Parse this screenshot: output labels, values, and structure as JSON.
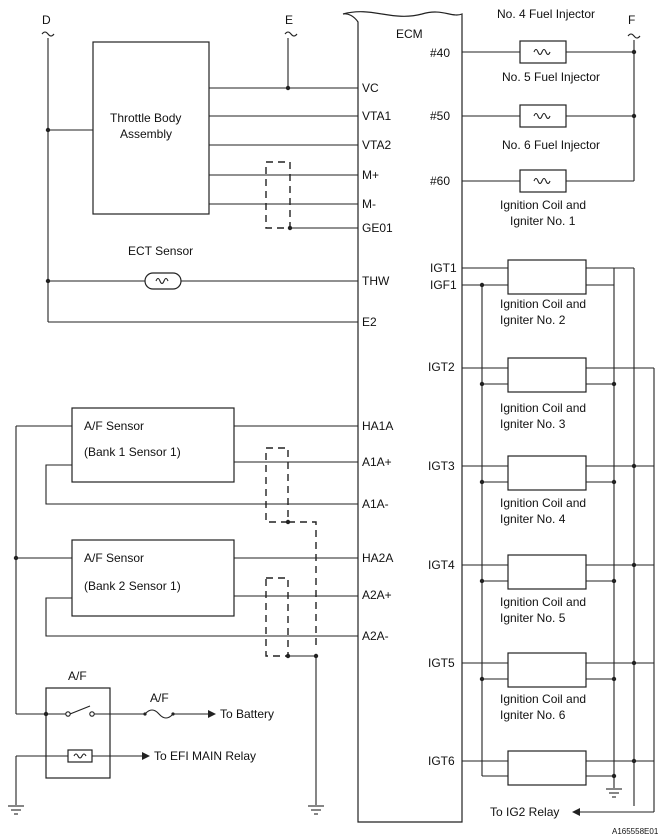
{
  "ecm": {
    "label": "ECM",
    "pins_left": [
      "VC",
      "VTA1",
      "VTA2",
      "M+",
      "M-",
      "GE01",
      "THW",
      "E2",
      "HA1A",
      "A1A+",
      "A1A-",
      "HA2A",
      "A2A+",
      "A2A-"
    ],
    "pins_right": [
      "#40",
      "#50",
      "#60",
      "IGT1",
      "IGF1",
      "IGT2",
      "IGT3",
      "IGT4",
      "IGT5",
      "IGT6"
    ]
  },
  "connectors": {
    "d": "D",
    "e": "E",
    "f": "F"
  },
  "components": {
    "throttle_line1": "Throttle Body",
    "throttle_line2": "Assembly",
    "ect_sensor": "ECT Sensor",
    "af1_line1": "A/F Sensor",
    "af1_line2": "(Bank 1 Sensor 1)",
    "af2_line1": "A/F Sensor",
    "af2_line2": "(Bank 2 Sensor 1)",
    "af_relay": "A/F",
    "af_fuse": "A/F",
    "to_battery": "To Battery",
    "to_efi": "To EFI MAIN Relay",
    "to_ig2": "To IG2 Relay"
  },
  "injectors": [
    "No. 4 Fuel Injector",
    "No. 5 Fuel Injector",
    "No. 6 Fuel Injector"
  ],
  "ignition_coils": [
    [
      "Ignition Coil and",
      "Igniter No. 1"
    ],
    [
      "Ignition Coil and",
      "Igniter No. 2"
    ],
    [
      "Ignition Coil and",
      "Igniter No. 3"
    ],
    [
      "Ignition Coil and",
      "Igniter No. 4"
    ],
    [
      "Ignition Coil and",
      "Igniter No. 5"
    ],
    [
      "Ignition Coil and",
      "Igniter No. 6"
    ]
  ],
  "figure_id": "A165558E01"
}
